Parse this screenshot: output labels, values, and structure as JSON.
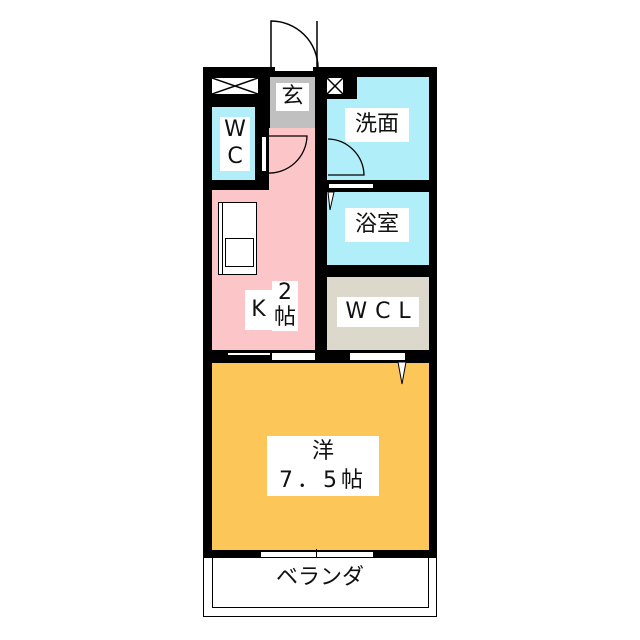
{
  "rooms": {
    "entrance": "玄",
    "wc": [
      "W",
      "C"
    ],
    "washroom": "洗面",
    "bathroom": "浴室",
    "kitchen": {
      "letter": "K",
      "size": "2",
      "unit": "帖"
    },
    "wcl": "WCL",
    "western": {
      "name": "洋",
      "size": "7．5帖"
    },
    "balcony": "ベランダ"
  },
  "colors": {
    "wall": "#000000",
    "kitchen": "#fcc6c8",
    "wet": "#b0eefa",
    "closet": "#dcd8cc",
    "western": "#fdc659",
    "entrance": "#c0c0c0"
  }
}
